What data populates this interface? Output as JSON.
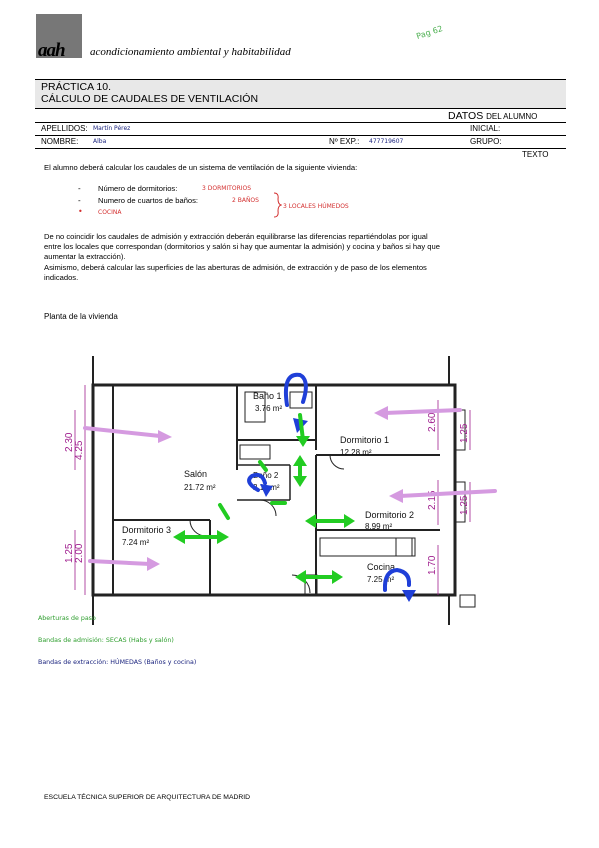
{
  "header": {
    "logo_text": "aah",
    "logo_subtitle": "acondicionamiento ambiental y habitabilidad",
    "page_note": "Pag 62"
  },
  "title": {
    "line1": "PRÁCTICA 10.",
    "line2": "CÁLCULO DE CAUDALES DE VENTILACIÓN"
  },
  "student": {
    "datos_label": "DATOS",
    "datos_suffix": "DEL ALUMNO",
    "apellidos_label": "APELLIDOS:",
    "apellidos_value": "Martín Pérez",
    "inicial_label": "INICIAL:",
    "nombre_label": "NOMBRE:",
    "nombre_value": "Alba",
    "nexp_label": "Nº EXP.:",
    "nexp_value": "477719607",
    "grupo_label": "GRUPO:",
    "texto_label": "TEXTO"
  },
  "intro": "El alumno deberá calcular los caudales de un sistema de ventilación de la siguiente vivienda:",
  "bullets": [
    {
      "text": "Número de dormitorios:",
      "note": "3 DORMITORIOS"
    },
    {
      "text": "Numero de cuartos de baños:",
      "note": "2 BAÑOS"
    },
    {
      "text": "",
      "note": "COCINA"
    }
  ],
  "bracket_note": "3 LOCALES HÚMEDOS",
  "paragraph1": [
    "De no coincidir los caudales de admisión y extracción deberán equilibrarse las diferencias repartiéndolas por igual",
    "entre los locales que correspondan (dormitorios y salón si hay que aumentar la admisión) y cocina y baños si hay que",
    "aumentar la extracción)."
  ],
  "paragraph2": [
    "Asimismo, deberá calcular las superficies de las aberturas de admisión, de extracción y de paso de los elementos",
    "indicados."
  ],
  "plan_label": "Planta de la vivienda",
  "rooms": {
    "bano1_name": "Baño 1",
    "bano1_area": "3.76 m²",
    "dorm1_name": "Dormitorio 1",
    "dorm1_area": "12.28 m²",
    "salon_name": "Salón",
    "salon_area": "21.72 m²",
    "bano2_name": "Baño 2",
    "bano2_area": "2.11 m²",
    "dorm2_name": "Dormitorio 2",
    "dorm2_area": "8.99 m²",
    "dorm3_name": "Dormitorio 3",
    "dorm3_area": "7.24 m²",
    "cocina_name": "Cocina",
    "cocina_area": "7.25 m²"
  },
  "dimensions": {
    "left_top": "2.30",
    "left_top2": "4.25",
    "left_bottom": "1.25",
    "left_bottom2": "2.00",
    "right_1": "2.60",
    "right_2": "1.25",
    "right_3": "2.15",
    "right_4": "1.25",
    "right_5": "1.70"
  },
  "legend": {
    "paso": "Aberturas de paso",
    "admision": "Bandas de admisión: SECAS (Habs y salón)",
    "extraccion": "Bandas de extracción: HÚMEDAS (Baños y cocina)"
  },
  "footer": "ESCUELA TÉCNICA SUPERIOR DE ARQUITECTURA DE MADRID",
  "colors": {
    "title_bg": "#e8e8e8",
    "admission_arrow": "#d59ae0",
    "extraction_arrow": "#1f3fd8",
    "paso_arrow": "#22cc22",
    "dimension_text": "#a0208f"
  }
}
